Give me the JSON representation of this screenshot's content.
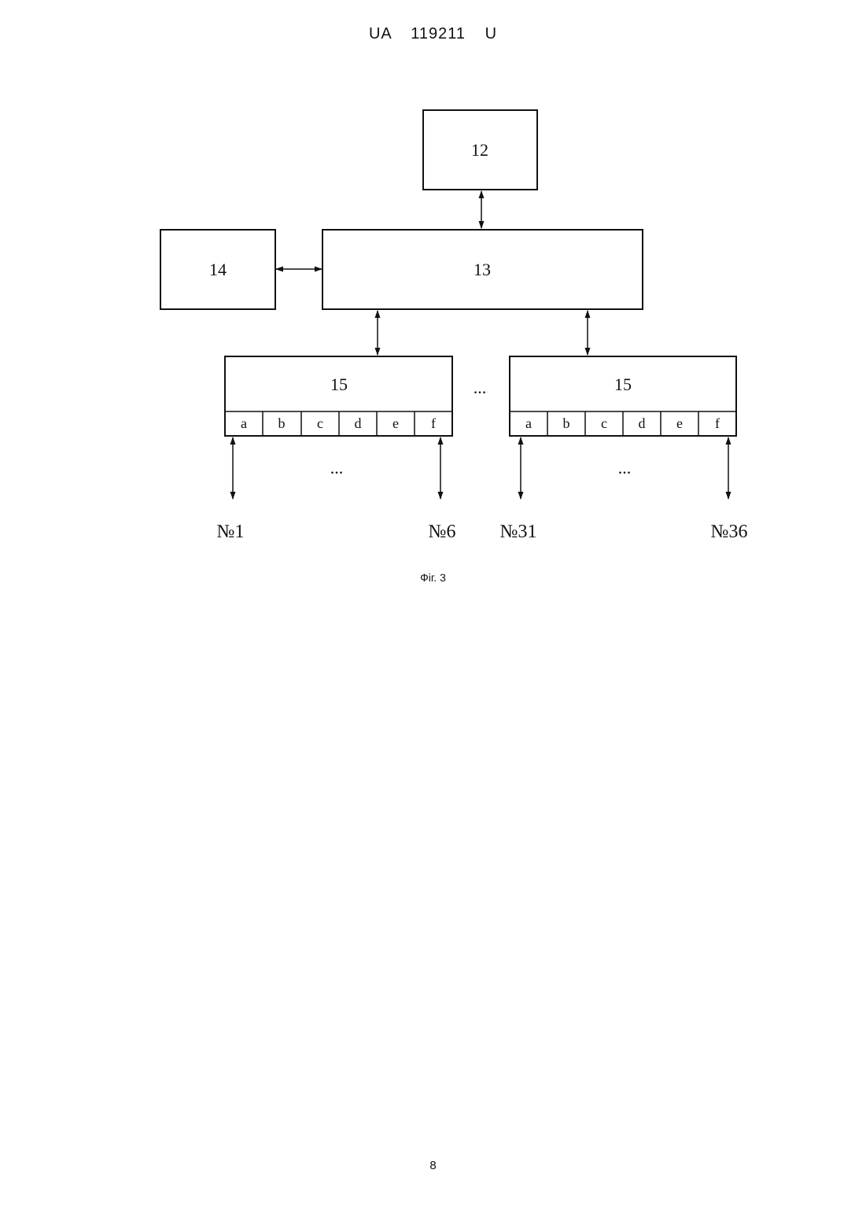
{
  "header": {
    "country": "UA",
    "number": "119211",
    "kind": "U"
  },
  "diagram": {
    "block_12": "12",
    "block_13": "13",
    "block_14": "14",
    "block_15_left": "15",
    "block_15_right": "15",
    "cells": [
      "a",
      "b",
      "c",
      "d",
      "e",
      "f"
    ],
    "ellipsis": "...",
    "ports": {
      "left_first": "№1",
      "left_last": "№6",
      "right_first": "№31",
      "right_last": "№36"
    }
  },
  "caption": "Фіг. 3",
  "page_number": "8"
}
